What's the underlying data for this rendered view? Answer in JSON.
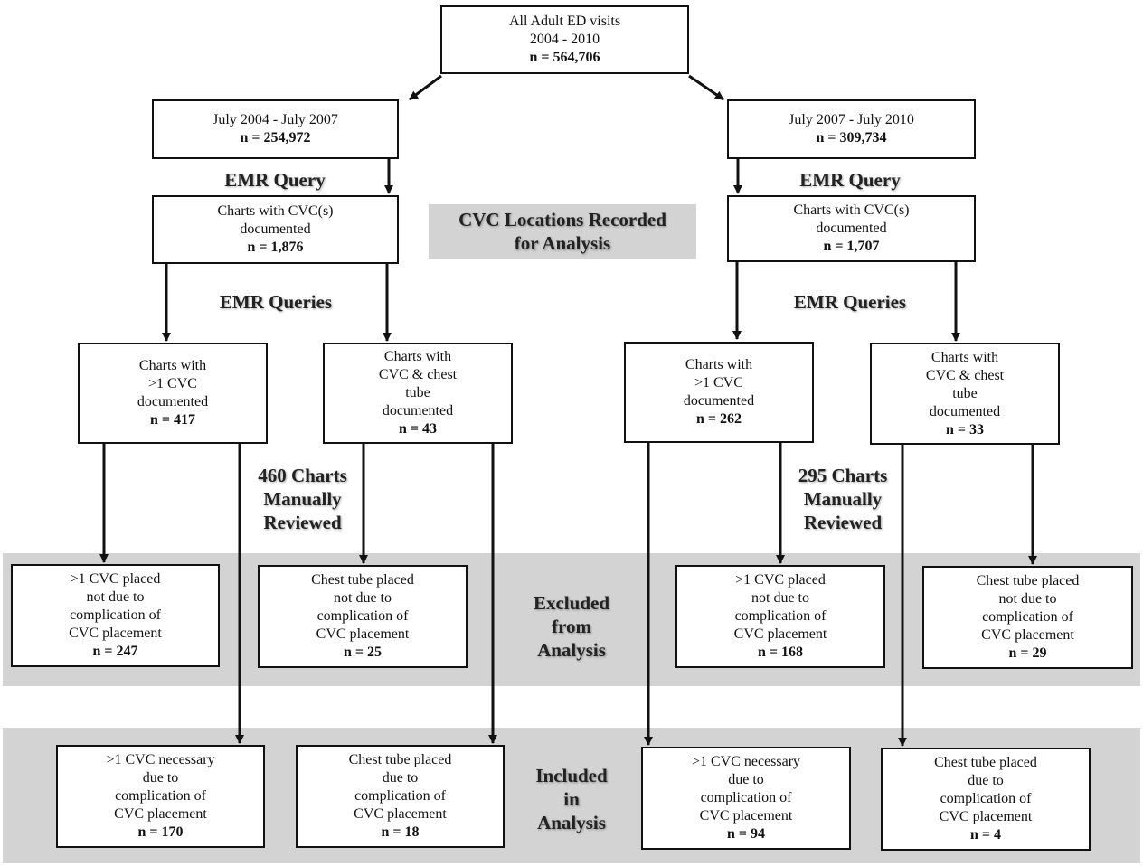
{
  "root": {
    "line1": "All Adult ED visits",
    "line2": "2004 - 2010",
    "n": "n = 564,706"
  },
  "left": {
    "period": {
      "label": "July 2004 - July 2007",
      "n": "n = 254,972"
    },
    "query_label": "EMR Query",
    "cvc_charts": {
      "line1": "Charts with CVC(s)",
      "line2": "documented",
      "n": "n = 1,876"
    },
    "queries_label": "EMR Queries",
    "multi_cvc": {
      "lines": [
        "Charts with",
        ">1 CVC",
        "documented"
      ],
      "n": "n = 417"
    },
    "chest_tube": {
      "lines": [
        "Charts with",
        "CVC & chest",
        "tube",
        "documented"
      ],
      "n": "n = 43"
    },
    "reviewed_label": [
      "460 Charts",
      "Manually",
      "Reviewed"
    ],
    "excl_multi": {
      "lines": [
        ">1 CVC placed",
        "not due to",
        "complication of",
        "CVC placement"
      ],
      "n": "n = 247"
    },
    "excl_chest": {
      "lines": [
        "Chest tube placed",
        "not due to",
        "complication of",
        "CVC placement"
      ],
      "n": "n = 25"
    },
    "incl_multi": {
      "lines": [
        ">1 CVC necessary",
        "due to",
        "complication of",
        "CVC placement"
      ],
      "n": "n = 170"
    },
    "incl_chest": {
      "lines": [
        "Chest tube placed",
        "due to",
        "complication of",
        "CVC placement"
      ],
      "n": "n = 18"
    }
  },
  "right": {
    "period": {
      "label": "July 2007 - July 2010",
      "n": "n = 309,734"
    },
    "query_label": "EMR Query",
    "cvc_charts": {
      "line1": "Charts with CVC(s)",
      "line2": "documented",
      "n": "n = 1,707"
    },
    "queries_label": "EMR Queries",
    "multi_cvc": {
      "lines": [
        "Charts with",
        ">1 CVC",
        "documented"
      ],
      "n": "n = 262"
    },
    "chest_tube": {
      "lines": [
        "Charts with",
        "CVC & chest",
        "tube",
        "documented"
      ],
      "n": "n = 33"
    },
    "reviewed_label": [
      "295 Charts",
      "Manually",
      "Reviewed"
    ],
    "excl_multi": {
      "lines": [
        ">1 CVC placed",
        "not due to",
        "complication of",
        "CVC placement"
      ],
      "n": "n = 168"
    },
    "excl_chest": {
      "lines": [
        "Chest tube placed",
        "not due to",
        "complication of",
        "CVC placement"
      ],
      "n": "n = 29"
    },
    "incl_multi": {
      "lines": [
        ">1 CVC necessary",
        "due to",
        "complication of",
        "CVC placement"
      ],
      "n": "n = 94"
    },
    "incl_chest": {
      "lines": [
        "Chest tube placed",
        "due to",
        "complication of",
        "CVC placement"
      ],
      "n": "n = 4"
    }
  },
  "center_label": {
    "line1": "CVC Locations Recorded",
    "line2": "for Analysis"
  },
  "excluded_label": [
    "Excluded",
    "from",
    "Analysis"
  ],
  "included_label": [
    "Included",
    "in",
    "Analysis"
  ],
  "colors": {
    "band": "#d3d3d3",
    "border": "#111111"
  }
}
